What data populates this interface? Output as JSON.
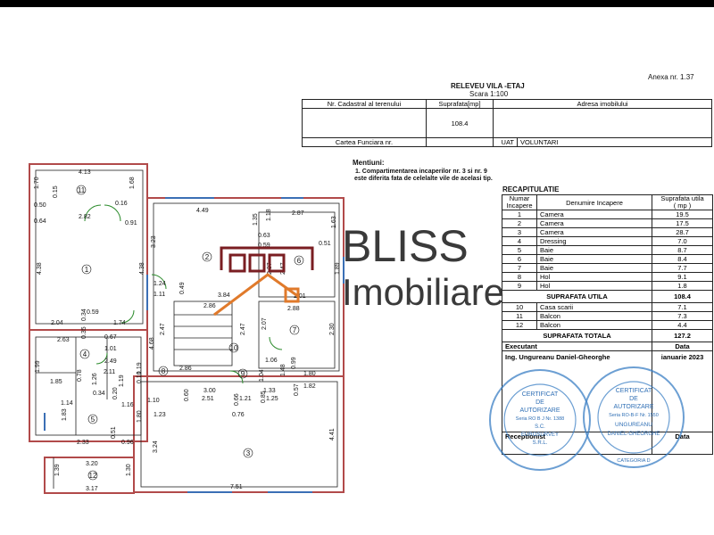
{
  "annex": "Anexa nr. 1.37",
  "title": "RELEVEU VILA   -ETAJ",
  "scale": "Scara 1:100",
  "cadastral_table": {
    "h_cadastral": "Nr. Cadastral al terenului",
    "h_surface": "Suprafata[mp]",
    "h_address": "Adresa imobilului",
    "surface_value": "108.4",
    "h_carte": "Cartea Funciara nr.",
    "uat_label": "UAT",
    "uat_value": "VOLUNTARI"
  },
  "mentions": {
    "title": "Mentiuni:",
    "line1": "1. Compartimentarea incaperilor nr. 3 si nr. 9",
    "line2": "este diferita fata de celelalte vile de acelasi tip."
  },
  "recap": {
    "title": "RECAPITULATIE",
    "h_nr": "Numar",
    "h_nr2": "Incapere",
    "h_name": "Denumire Incapere",
    "h_area": "Suprafata utila",
    "h_area2": "( mp )",
    "rooms": [
      {
        "nr": "1",
        "name": "Camera",
        "area": "19.5"
      },
      {
        "nr": "2",
        "name": "Camera",
        "area": "17.5"
      },
      {
        "nr": "3",
        "name": "Camera",
        "area": "28.7"
      },
      {
        "nr": "4",
        "name": "Dressing",
        "area": "7.0"
      },
      {
        "nr": "5",
        "name": "Baie",
        "area": "8.7"
      },
      {
        "nr": "6",
        "name": "Baie",
        "area": "8.4"
      },
      {
        "nr": "7",
        "name": "Baie",
        "area": "7.7"
      },
      {
        "nr": "8",
        "name": "Hol",
        "area": "9.1"
      },
      {
        "nr": "9",
        "name": "Hol",
        "area": "1.8"
      }
    ],
    "useful_label": "SUPRAFATA UTILA",
    "useful_value": "108.4",
    "extra": [
      {
        "nr": "10",
        "name": "Casa scarii",
        "area": "7.1"
      },
      {
        "nr": "11",
        "name": "Balcon",
        "area": "7.3"
      },
      {
        "nr": "12",
        "name": "Balcon",
        "area": "4.4"
      }
    ],
    "total_label": "SUPRAFATA TOTALA",
    "total_value": "127.2",
    "executant": "Executant",
    "data_label": "Data",
    "executant_name": "Ing. Ungureanu Daniel-Gheorghe",
    "date_value": "ianuarie 2023",
    "receptionist": "Receptionist",
    "data_label2": "Data"
  },
  "stamp1": {
    "l1": "CERTIFICAT",
    "l2": "DE",
    "l3": "AUTORIZARE",
    "l4": "Seria RO B J Nr. 1388",
    "l5": "S.C.",
    "l6": "EUROSURVEY",
    "l7": "S.R.L."
  },
  "stamp2": {
    "l1": "CERTIFICAT",
    "l2": "DE",
    "l3": "AUTORIZARE",
    "l4": "Seria RO-B-F Nr. 1550",
    "l5": "UNGUREANU",
    "l6": "DANIEL-GHEORGHE",
    "l7": "CATEGORIA D"
  },
  "watermark": {
    "l1": "BLISS",
    "l2": "Imobiliare"
  },
  "plan": {
    "room_numbers": [
      "1",
      "2",
      "3",
      "4",
      "5",
      "6",
      "7",
      "8",
      "9",
      "10",
      "11",
      "12"
    ],
    "dims": [
      "4.13",
      "1.70",
      "0.15",
      "1.68",
      "0.50",
      "0.16",
      "0.64",
      "2.82",
      "0.91",
      "4.49",
      "2.87",
      "4.38",
      "3.23",
      "1.35",
      "1.18",
      "1.63",
      "0.59",
      "0.63",
      "0.51",
      "4.38",
      "2.37",
      "2.47",
      "1.89",
      "1.24",
      "1.11",
      "0.49",
      "2.86",
      "3.84",
      "2.01",
      "2.88",
      "2.04",
      "0.59",
      "1.74",
      "0.34",
      "2.07",
      "2.63",
      "0.35",
      "0.67",
      "4.68",
      "2.47",
      "2.47",
      "2.30",
      "1.01",
      "1.19",
      "1.99",
      "2.49",
      "1.06",
      "0.99",
      "1.85",
      "0.78",
      "2.11",
      "1.19",
      "2.86",
      "1.04",
      "1.48",
      "1.80",
      "0.34",
      "1.82",
      "1.26",
      "0.10",
      "0.20",
      "1.33",
      "0.57",
      "1.14",
      "1.16",
      "1.10",
      "0.60",
      "3.00",
      "1.25",
      "0.85",
      "2.51",
      "0.66",
      "1.21",
      "1.23",
      "0.76",
      "1.83",
      "1.80",
      "2.33",
      "0.51",
      "0.96",
      "3.24",
      "4.41",
      "3.20",
      "1.39",
      "1.30",
      "3.17",
      "7.51"
    ]
  }
}
